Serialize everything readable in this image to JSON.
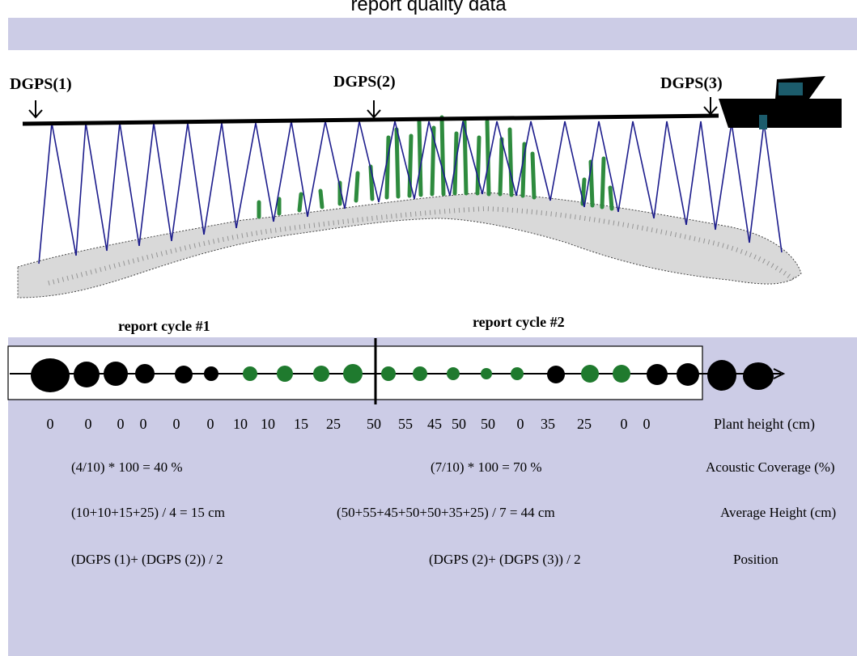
{
  "title": "report quality data",
  "dgps_labels": [
    "DGPS(1)",
    "DGPS(2)",
    "DGPS(3)"
  ],
  "report_cycles": [
    "report cycle #1",
    "report cycle #2"
  ],
  "plant_heights": [
    "0",
    "0",
    "0",
    "0",
    "0",
    "0",
    "10",
    "10",
    "15",
    "25",
    "50",
    "55",
    "45",
    "50",
    "50",
    "0",
    "35",
    "25",
    "0",
    "0"
  ],
  "row_labels": {
    "plant_height": "Plant height (cm)",
    "coverage": "Acoustic Coverage (%)",
    "avg_height": "Average Height (cm)",
    "position": "Position"
  },
  "cycle1": {
    "coverage": "(4/10) * 100 = 40 %",
    "avg_height": "(10+10+15+25) / 4 = 15 cm",
    "position": "(DGPS (1)+ (DGPS (2)) / 2"
  },
  "cycle2": {
    "coverage": "(7/10) * 100 = 70 %",
    "avg_height": "(50+55+45+50+50+35+25) / 7 = 44 cm",
    "position": "(DGPS (2)+ (DGPS (3)) / 2"
  },
  "colors": {
    "panel": "#cccce6",
    "beam": "#1c1c8c",
    "vegetation": "#2e8b3e",
    "green_dot": "#1f7a2e"
  }
}
